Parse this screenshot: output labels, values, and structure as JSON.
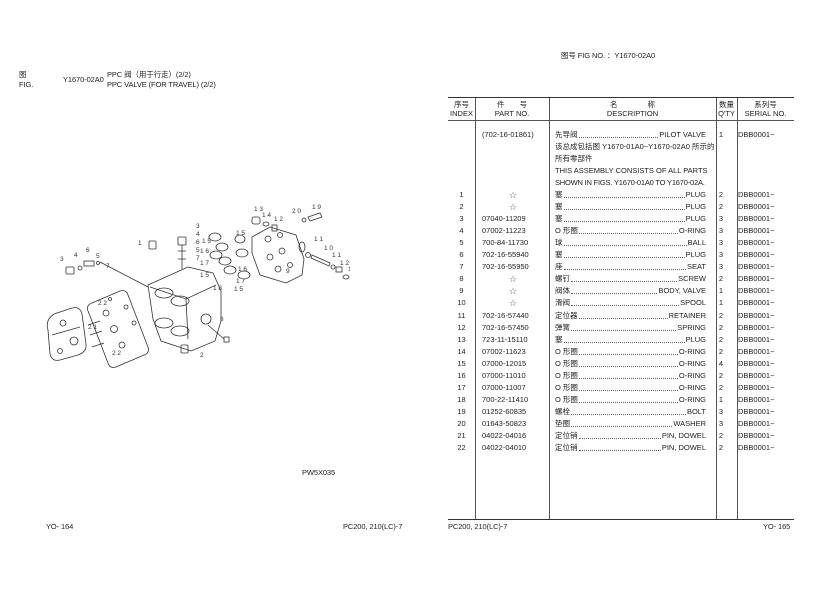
{
  "left_page": {
    "fig_label_zh": "图",
    "fig_label_en": "FIG.",
    "fig_no": "Y1670-02A0",
    "title_zh": "PPC 阀（用于行走）(2/2)",
    "title_en": "PPC VALVE (FOR TRAVEL) (2/2)",
    "illustration_code": "PW5X035",
    "page_no": "YO- 164",
    "model": "PC200, 210(LC)-7",
    "callouts": [
      "1",
      "2",
      "3",
      "3",
      "4",
      "5",
      "5",
      "6",
      "6",
      "7",
      "7",
      "8",
      "9",
      "10",
      "11",
      "11",
      "12",
      "12",
      "13",
      "13",
      "14",
      "14",
      "15",
      "15",
      "15",
      "15",
      "16",
      "16",
      "17",
      "17",
      "18",
      "19",
      "20",
      "21",
      "22",
      "22"
    ]
  },
  "right_page": {
    "fig_header": "图号  FIG NO.  ：Y1670-02A0",
    "model": "PC200, 210(LC)-7",
    "page_no": "YO- 165",
    "table": {
      "headers": {
        "index_zh": "序号",
        "index_en": "INDEX",
        "part_zh": "件　　号",
        "part_en": "PART NO.",
        "desc_zh": "名　　　　称",
        "desc_en": "DESCRIPTION",
        "qty_zh": "数量",
        "qty_en": "Q'TY",
        "serial_zh": "系列号",
        "serial_en": "SERIAL NO."
      },
      "assembly": {
        "part_no": "(702-16-01861)",
        "desc_zh": "先导阀",
        "desc_en": "PILOT VALVE",
        "qty": "1",
        "serial": "DBB0001~",
        "note_lines": [
          "该总成包括图 Y1670-01A0~Y1670-02A0 所示的",
          "所有零部件",
          "THIS ASSEMBLY CONSISTS OF ALL PARTS",
          "SHOWN IN FIGS. Y1670-01A0 TO Y1670-02A."
        ]
      },
      "rows": [
        {
          "index": "1",
          "part_no": "☆",
          "desc_zh": "塞",
          "desc_en": "PLUG",
          "qty": "2",
          "serial": "DBB0001~"
        },
        {
          "index": "2",
          "part_no": "☆",
          "desc_zh": "塞",
          "desc_en": "PLUG",
          "qty": "2",
          "serial": "DBB0001~"
        },
        {
          "index": "3",
          "part_no": "07040-11209",
          "desc_zh": "塞",
          "desc_en": "PLUG",
          "qty": "3",
          "serial": "DBB0001~"
        },
        {
          "index": "4",
          "part_no": "07002-11223",
          "desc_zh": "O 形圈",
          "desc_en": "O-RING",
          "qty": "3",
          "serial": "DBB0001~"
        },
        {
          "index": "5",
          "part_no": "700-84-11730",
          "desc_zh": "球",
          "desc_en": "BALL",
          "qty": "3",
          "serial": "DBB0001~"
        },
        {
          "index": "6",
          "part_no": "702-16-55940",
          "desc_zh": "塞",
          "desc_en": "PLUG",
          "qty": "3",
          "serial": "DBB0001~"
        },
        {
          "index": "7",
          "part_no": "702-16-55950",
          "desc_zh": "座",
          "desc_en": "SEAT",
          "qty": "3",
          "serial": "DBB0001~"
        },
        {
          "index": "8",
          "part_no": "☆",
          "desc_zh": "螺钉",
          "desc_en": "SCREW",
          "qty": "2",
          "serial": "DBB0001~"
        },
        {
          "index": "9",
          "part_no": "☆",
          "desc_zh": "阀体",
          "desc_en": "BODY, VALVE",
          "qty": "1",
          "serial": "DBB0001~"
        },
        {
          "index": "10",
          "part_no": "☆",
          "desc_zh": "滑阀",
          "desc_en": "SPOOL",
          "qty": "1",
          "serial": "DBB0001~"
        },
        {
          "index": "11",
          "part_no": "702-16-57440",
          "desc_zh": "定位器",
          "desc_en": "RETAINER",
          "qty": "2",
          "serial": "DBB0001~"
        },
        {
          "index": "12",
          "part_no": "702-16-57450",
          "desc_zh": "弹簧",
          "desc_en": "SPRING",
          "qty": "2",
          "serial": "DBB0001~"
        },
        {
          "index": "13",
          "part_no": "723-11-15110",
          "desc_zh": "塞",
          "desc_en": "PLUG",
          "qty": "2",
          "serial": "DBB0001~"
        },
        {
          "index": "14",
          "part_no": "07002-11623",
          "desc_zh": "O 形圈",
          "desc_en": "O-RING",
          "qty": "2",
          "serial": "DBB0001~"
        },
        {
          "index": "15",
          "part_no": "07000-12015",
          "desc_zh": "O 形圈",
          "desc_en": "O-RING",
          "qty": "4",
          "serial": "DBB0001~"
        },
        {
          "index": "16",
          "part_no": "07000-11010",
          "desc_zh": "O 形圈",
          "desc_en": "O-RING",
          "qty": "2",
          "serial": "DBB0001~"
        },
        {
          "index": "17",
          "part_no": "07000-11007",
          "desc_zh": "O 形圈",
          "desc_en": "O-RING",
          "qty": "2",
          "serial": "DBB0001~"
        },
        {
          "index": "18",
          "part_no": "700-22-11410",
          "desc_zh": "O 形圈",
          "desc_en": "O-RING",
          "qty": "1",
          "serial": "DBB0001~"
        },
        {
          "index": "19",
          "part_no": "01252-60835",
          "desc_zh": "螺栓",
          "desc_en": "BOLT",
          "qty": "3",
          "serial": "DBB0001~"
        },
        {
          "index": "20",
          "part_no": "01643-50823",
          "desc_zh": "垫圈",
          "desc_en": "WASHER",
          "qty": "3",
          "serial": "DBB0001~"
        },
        {
          "index": "21",
          "part_no": "04022-04016",
          "desc_zh": "定位销",
          "desc_en": "PIN, DOWEL",
          "qty": "2",
          "serial": "DBB0001~"
        },
        {
          "index": "22",
          "part_no": "04022-04010",
          "desc_zh": "定位销",
          "desc_en": "PIN, DOWEL",
          "qty": "2",
          "serial": "DBB0001~"
        }
      ]
    }
  }
}
